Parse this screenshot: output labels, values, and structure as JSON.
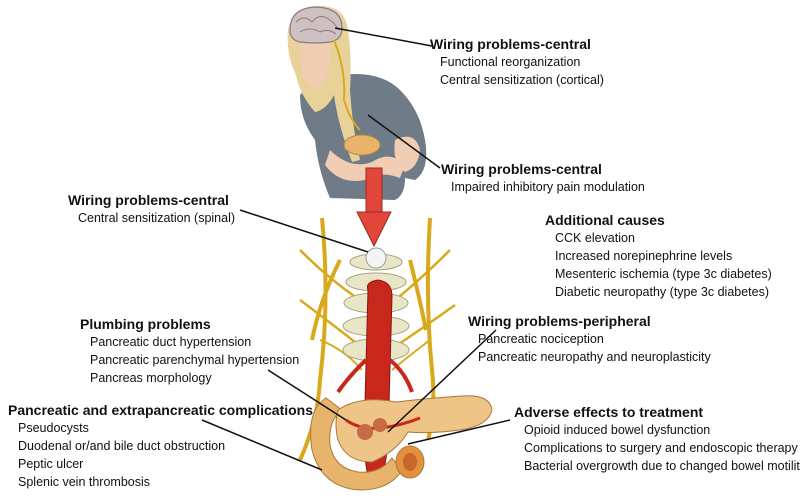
{
  "blocks": {
    "central_cortical": {
      "title": "Wiring problems-central",
      "items": [
        "Functional reorganization",
        "Central sensitization (cortical)"
      ]
    },
    "central_inhibitory": {
      "title": "Wiring problems-central",
      "items": [
        "Impaired inhibitory pain modulation"
      ]
    },
    "central_spinal": {
      "title": "Wiring problems-central",
      "items": [
        "Central sensitization (spinal)"
      ]
    },
    "additional": {
      "title": "Additional causes",
      "items": [
        "CCK elevation",
        "Increased norepinephrine levels",
        "Mesenteric ischemia (type 3c diabetes)",
        "Diabetic neuropathy (type 3c diabetes)"
      ]
    },
    "plumbing": {
      "title": "Plumbing problems",
      "items": [
        "Pancreatic duct hypertension",
        "Pancreatic parenchymal hypertension",
        "Pancreas morphology"
      ]
    },
    "peripheral": {
      "title": "Wiring problems-peripheral",
      "items": [
        "Pancreatic nociception",
        "Pancreatic neuropathy and neuroplasticity"
      ]
    },
    "complications": {
      "title": "Pancreatic and extrapancreatic complications",
      "items": [
        "Pseudocysts",
        "Duodenal or/and bile duct obstruction",
        "Peptic ulcer",
        "Splenic vein thrombosis"
      ]
    },
    "adverse": {
      "title": "Adverse effects to treatment",
      "items": [
        "Opioid induced bowel dysfunction",
        "Complications to surgery and endoscopic therapy",
        "Bacterial overgrowth due to changed bowel motility"
      ]
    }
  },
  "colors": {
    "nerve": "#d9a91c",
    "aorta": "#c8281c",
    "pancreas": "#e8b36a",
    "arrow": "#e0473a",
    "shirt": "#6f7c87",
    "hair": "#e8d29a",
    "skin": "#f1cdb4",
    "spine": "#e9e6c8"
  }
}
